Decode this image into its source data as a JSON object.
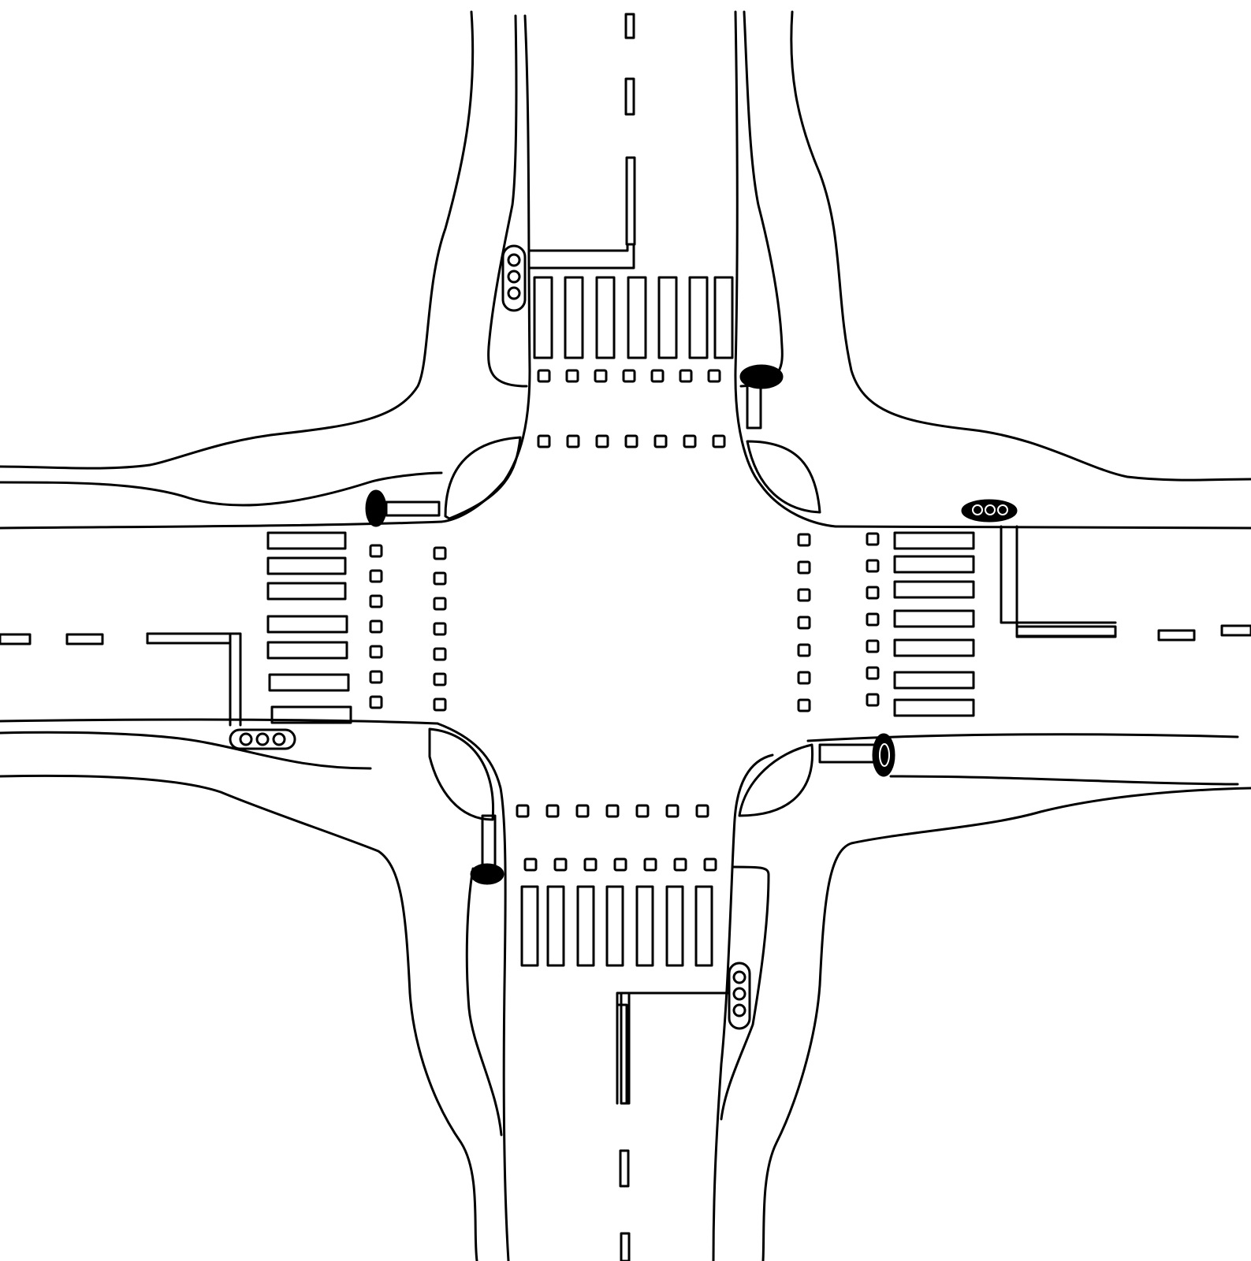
{
  "scene": {
    "type": "hand-drawn intersection sketch (top-down view)",
    "ink_color": "#000000",
    "background_color": "#ffffff",
    "roads": [
      "north",
      "east",
      "south",
      "west"
    ],
    "icons": {
      "traffic_light": "traffic-light-icon",
      "crosswalk": "zebra-crosswalk",
      "bike_crossing": "dotted-crossing-markings",
      "lane_divider": "dashed-center-line",
      "stop_line": "stop-line"
    },
    "traffic_lights_count": 8,
    "crosswalks_count": 4,
    "dotted_crossing_rows_count": 8
  }
}
